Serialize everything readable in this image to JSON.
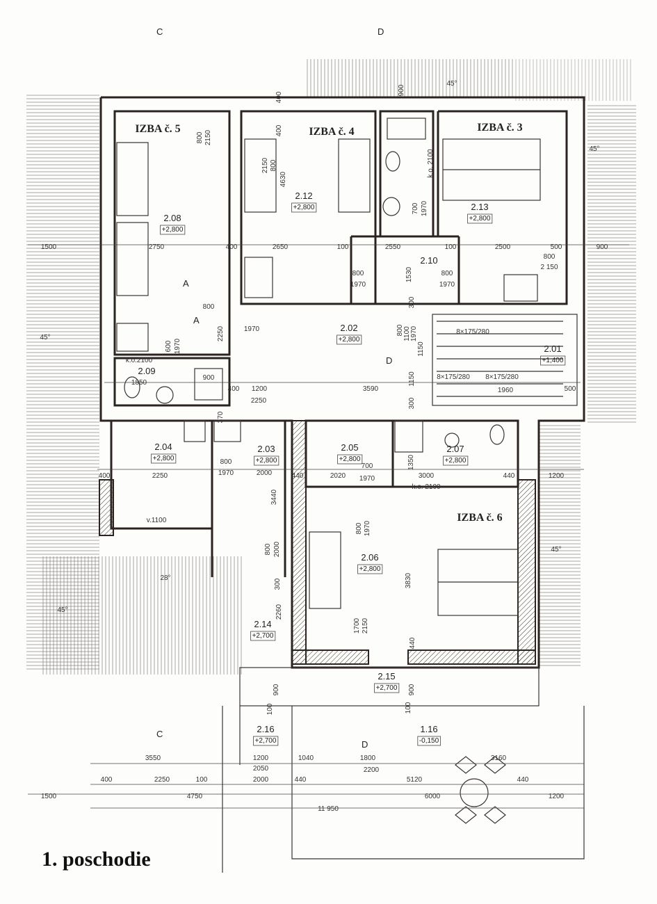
{
  "title": "1. poschodie",
  "room_names": [
    "IZBA č. 5",
    "IZBA č. 4",
    "IZBA č. 3",
    "IZBA č. 6"
  ],
  "rooms": [
    {
      "number": "2.08",
      "elevation": "+2,800"
    },
    {
      "number": "2.12",
      "elevation": "+2,800"
    },
    {
      "number": "2.13",
      "elevation": "+2,800"
    },
    {
      "number": "2.10",
      "elevation": ""
    },
    {
      "number": "2.02",
      "elevation": "+2,800"
    },
    {
      "number": "2.01",
      "elevation": "+1,400"
    },
    {
      "number": "2.09",
      "elevation": ""
    },
    {
      "number": "2.04",
      "elevation": "+2,800"
    },
    {
      "number": "2.03",
      "elevation": "+2,800"
    },
    {
      "number": "2.05",
      "elevation": "+2,800"
    },
    {
      "number": "2.07",
      "elevation": "+2,800"
    },
    {
      "number": "2.06",
      "elevation": "+2,800"
    },
    {
      "number": "2.14",
      "elevation": "+2,700"
    },
    {
      "number": "2.15",
      "elevation": "+2,700"
    },
    {
      "number": "2.16",
      "elevation": "+2,700"
    },
    {
      "number": "1.16",
      "elevation": "-0,150"
    }
  ],
  "dimensions": [
    "1500",
    "2750",
    "400",
    "2650",
    "100",
    "2550",
    "100",
    "2500",
    "500",
    "900",
    "800",
    "1970",
    "800",
    "1970",
    "800",
    "2 150",
    "800",
    "1970",
    "600",
    "1970",
    "k.o.2100",
    "1850",
    "900",
    "400",
    "1200",
    "2250",
    "3590",
    "1150",
    "500",
    "8×175/280",
    "8×175/280",
    "8×175/280",
    "1960",
    "4630",
    "k.o. 2100",
    "700",
    "1970",
    "1530",
    "300",
    "2250",
    "1150",
    "300",
    "370",
    "400",
    "2250",
    "800",
    "1970",
    "2000",
    "3440",
    "v.1100",
    "2020",
    "700",
    "1970",
    "1350",
    "3000",
    "440",
    "k.o. 2100",
    "1200",
    "440",
    "800",
    "1970",
    "3830",
    "800",
    "2000",
    "300",
    "2260",
    "1700",
    "2150",
    "440",
    "900",
    "900",
    "100",
    "100",
    "3550",
    "1200",
    "1040",
    "1800",
    "3160",
    "2050",
    "2200",
    "400",
    "2250",
    "100",
    "2000",
    "440",
    "5120",
    "440",
    "1500",
    "4750",
    "6000",
    "1200",
    "11 950",
    "800",
    "2150",
    "400",
    "800",
    "2150",
    "400",
    "900",
    "800",
    "1100",
    "1970"
  ],
  "section_marks": [
    "C",
    "D",
    "C",
    "D",
    "A",
    "A",
    "D"
  ],
  "angles": [
    "45°",
    "45°",
    "45°",
    "45°",
    "45°",
    "28°"
  ]
}
